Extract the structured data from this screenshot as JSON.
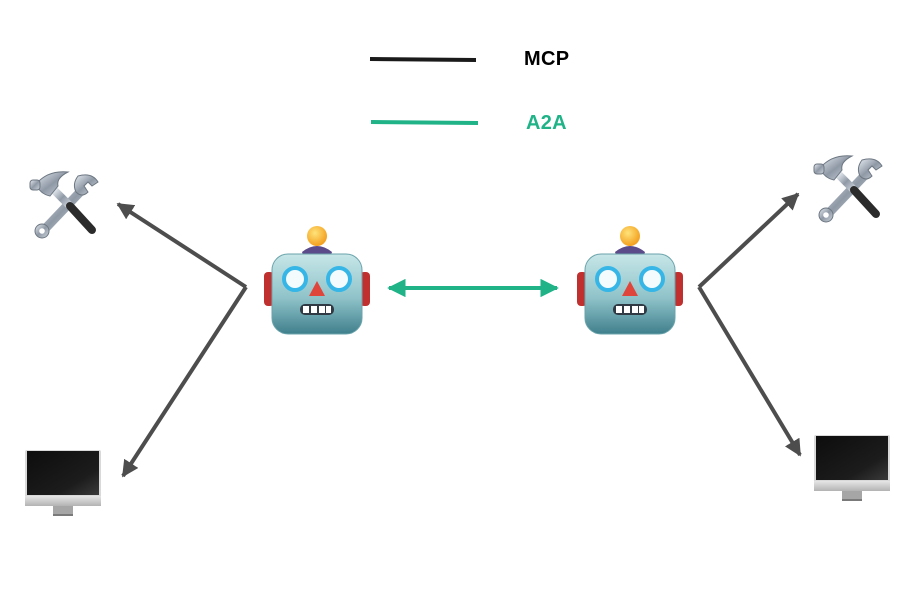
{
  "legend": {
    "items": [
      {
        "label": "MCP",
        "color": "#1a1a1a"
      },
      {
        "label": "A2A",
        "color": "#1fb387"
      }
    ]
  },
  "colors": {
    "mcp_arrow": "#4d4d4d",
    "a2a_arrow": "#1fb387"
  },
  "nodes": {
    "agent_left": {
      "icon": "robot-icon"
    },
    "agent_right": {
      "icon": "robot-icon"
    },
    "tools_left": {
      "icon": "hammer-and-wrench-icon"
    },
    "tools_right": {
      "icon": "hammer-and-wrench-icon"
    },
    "computer_left": {
      "icon": "desktop-computer-icon"
    },
    "computer_right": {
      "icon": "desktop-computer-icon"
    }
  },
  "connections": [
    {
      "from": "agent_left",
      "to": "tools_left",
      "protocol": "MCP"
    },
    {
      "from": "agent_left",
      "to": "computer_left",
      "protocol": "MCP"
    },
    {
      "from": "agent_right",
      "to": "tools_right",
      "protocol": "MCP"
    },
    {
      "from": "agent_right",
      "to": "computer_right",
      "protocol": "MCP"
    },
    {
      "from": "agent_left",
      "to": "agent_right",
      "protocol": "A2A",
      "bidirectional": true
    }
  ]
}
